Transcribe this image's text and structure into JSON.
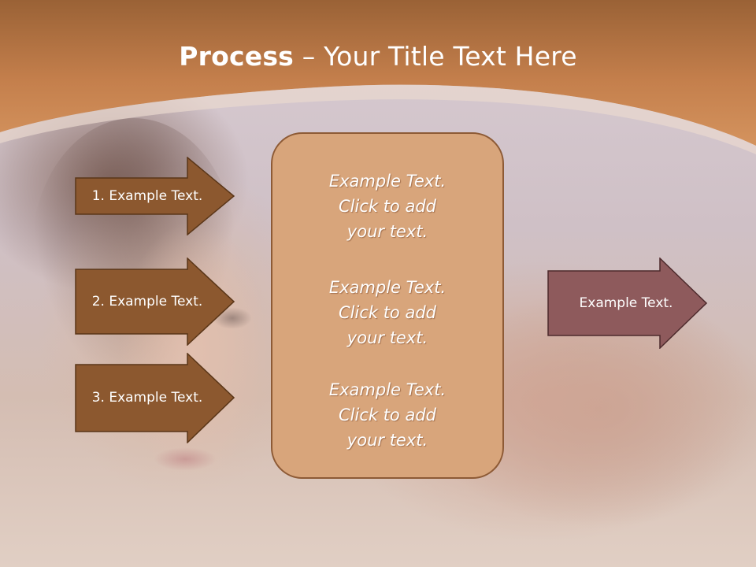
{
  "title": {
    "bold": "Process",
    "rest": " – Your Title Text Here"
  },
  "steps": [
    {
      "label": "1. Example Text."
    },
    {
      "label": "2. Example Text."
    },
    {
      "label": "3. Example Text."
    }
  ],
  "center": [
    {
      "line1": "Example Text.",
      "line2": "Click  to add",
      "line3": "your text."
    },
    {
      "line1": "Example Text.",
      "line2": "Click  to add",
      "line3": "your text."
    },
    {
      "line1": "Example Text.",
      "line2": "Click  to add",
      "line3": "your text."
    }
  ],
  "result": {
    "label": "Example Text."
  },
  "colors": {
    "header": "#c9834e",
    "step_arrow": "#8c582f",
    "center_box": "#d8a57b",
    "result_arrow": "#8e5a5c"
  }
}
